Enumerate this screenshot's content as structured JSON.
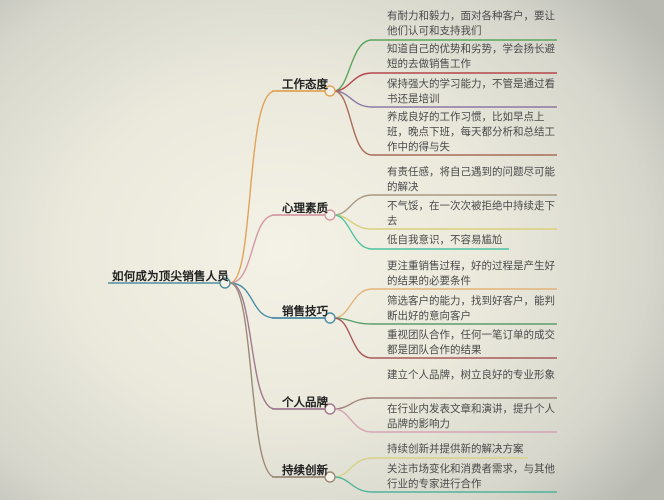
{
  "root": {
    "label": "如何成为顶尖销售人员",
    "color": "#4f8fa0"
  },
  "branches": [
    {
      "label": "工作态度",
      "color": "#e0a35a",
      "leaves": [
        {
          "text": "有耐力和毅力，面对各种客户，要让他们认可和支持我们",
          "color": "#5aa65c"
        },
        {
          "text": "知道自己的优势和劣势，学会扬长避短的去做销售工作",
          "color": "#b4464b"
        },
        {
          "text": "保持强大的学习能力，不管是通过看书还是培训",
          "color": "#8a7aa6"
        },
        {
          "text": "养成良好的工作习惯，比如早点上班，晚点下班，每天都分析和总结工作中的得与失",
          "color": "#a86c58"
        }
      ]
    },
    {
      "label": "心理素质",
      "color": "#d49aa6",
      "leaves": [
        {
          "text": "有责任感，将自己遇到的问题尽可能的解决",
          "color": "#a69a86"
        },
        {
          "text": "不气馁，在一次次被拒绝中持续走下去",
          "color": "#d9cf7a"
        },
        {
          "text": "低自我意识，不容易尴尬",
          "color": "#4fc2a4"
        }
      ]
    },
    {
      "label": "销售技巧",
      "color": "#4a8da6",
      "leaves": [
        {
          "text": "更注重销售过程，好的过程是产生好的结果的必要条件",
          "color": "#e3b37a"
        },
        {
          "text": "筛选客户的能力，找到好客户，能判断出好的意向客户",
          "color": "#5a9e6c"
        },
        {
          "text": "重视团队合作，任何一笔订单的成交都是团队合作的结果",
          "color": "#a85a5a"
        }
      ]
    },
    {
      "label": "个人品牌",
      "color": "#a07a90",
      "leaves": [
        {
          "text": "建立个人品牌，树立良好的专业形象",
          "color": "#a2847a"
        },
        {
          "text": "在行业内发表文章和演讲，提升个人品牌的影响力",
          "color": "#d4a4b4"
        }
      ]
    },
    {
      "label": "持续创新",
      "color": "#9c8a78",
      "leaves": [
        {
          "text": "持续创新并提供新的解决方案",
          "color": "#d6d28a"
        },
        {
          "text": "关注市场变化和消费者需求，与其他行业的专家进行合作",
          "color": "#4fb49a"
        }
      ]
    }
  ]
}
